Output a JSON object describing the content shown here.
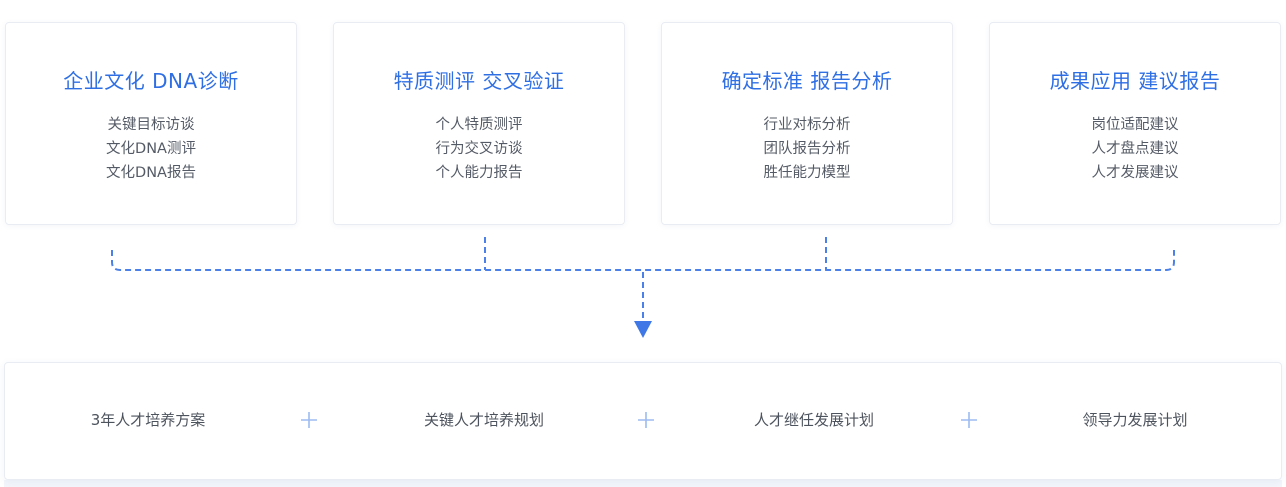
{
  "cards": [
    {
      "title": "企业文化 DNA诊断",
      "items": [
        "关键目标访谈",
        "文化DNA测评",
        "文化DNA报告"
      ]
    },
    {
      "title": "特质测评 交叉验证",
      "items": [
        "个人特质测评",
        "行为交叉访谈",
        "个人能力报告"
      ]
    },
    {
      "title": "确定标准 报告分析",
      "items": [
        "行业对标分析",
        "团队报告分析",
        "胜任能力模型"
      ]
    },
    {
      "title": "成果应用 建议报告",
      "items": [
        "岗位适配建议",
        "人才盘点建议",
        "人才发展建议"
      ]
    }
  ],
  "plans": [
    "3年人才培养方案",
    "关键人才培养规划",
    "人才继任发展计划",
    "领导力发展计划"
  ],
  "colors": {
    "accent": "#2f6fe4",
    "connector": "#4a80e8",
    "plus": "#9dbbf2",
    "text": "#555b66"
  },
  "icons": {
    "arrow": "arrow-down-icon",
    "plus": "plus-icon"
  }
}
